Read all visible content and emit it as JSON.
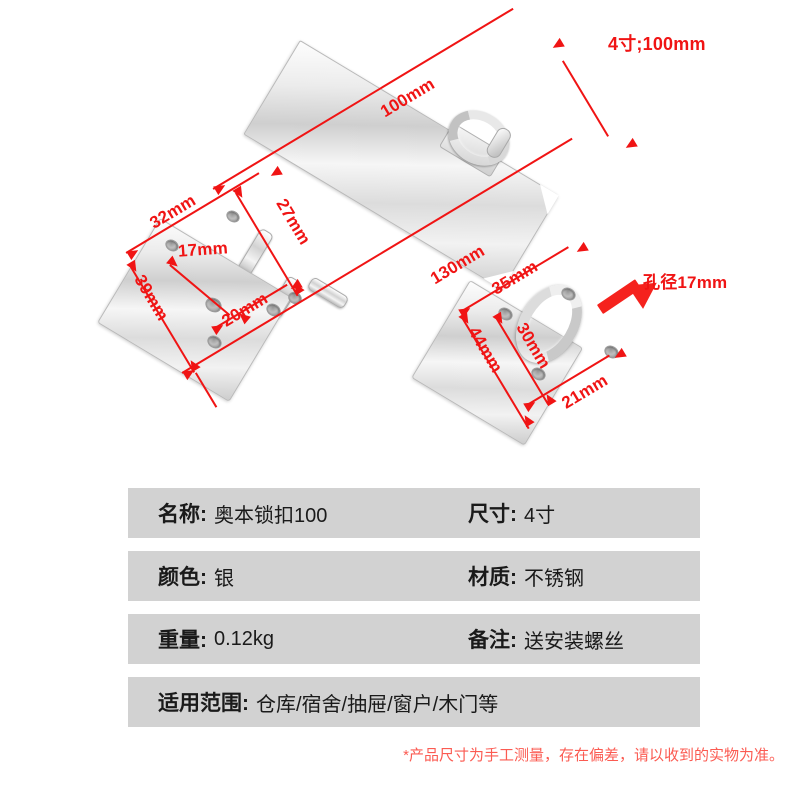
{
  "header": {
    "size_badge": "4寸;100mm"
  },
  "diagram": {
    "hasp_dimensions": [
      {
        "id": "length-100",
        "label": "100mm"
      },
      {
        "id": "overall-130",
        "label": "130mm"
      },
      {
        "id": "base-width-32",
        "label": "32mm"
      },
      {
        "id": "hole-spacing-17",
        "label": "17mm"
      },
      {
        "id": "base-height-39",
        "label": "39mm"
      },
      {
        "id": "hinge-27",
        "label": "27mm"
      },
      {
        "id": "hole-spacing-20",
        "label": "20mm"
      }
    ],
    "staple_dimensions": [
      {
        "id": "staple-width-35",
        "label": "35mm"
      },
      {
        "id": "staple-height-44",
        "label": "44mm"
      },
      {
        "id": "staple-inner-30",
        "label": "30mm"
      },
      {
        "id": "staple-inner-21",
        "label": "21mm"
      }
    ],
    "callout": {
      "label": "孔径17mm"
    }
  },
  "spec_table": {
    "rows": [
      {
        "left": {
          "key": "名称:",
          "value": "奥本锁扣100"
        },
        "right": {
          "key": "尺寸:",
          "value": "4寸"
        }
      },
      {
        "left": {
          "key": "颜色:",
          "value": "银"
        },
        "right": {
          "key": "材质:",
          "value": "不锈钢"
        }
      },
      {
        "left": {
          "key": "重量:",
          "value": "0.12kg"
        },
        "right": {
          "key": "备注:",
          "value": "送安装螺丝"
        }
      }
    ],
    "wide_row": {
      "key": "适用范围:",
      "value": "仓库/宿舍/抽屉/窗户/木门等"
    }
  },
  "footer": {
    "disclaimer": "*产品尺寸为手工测量，存在偏差，请以收到的实物为准。"
  },
  "colors": {
    "annotation_red": "#f01414",
    "table_gray": "#d2d2d2",
    "footer_red": "#fb5b52",
    "background": "#ffffff"
  }
}
